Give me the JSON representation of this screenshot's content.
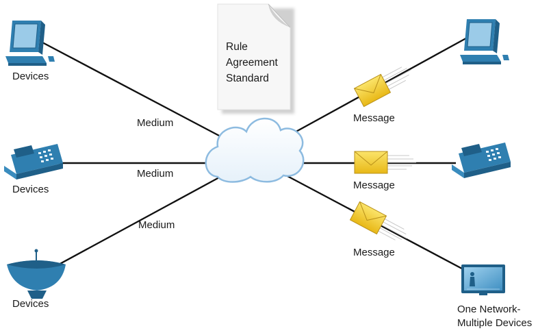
{
  "document": {
    "icon": "document-page-icon",
    "lines": [
      "Rule",
      "Agreement",
      "Standard"
    ]
  },
  "cloud": {
    "icon": "network-cloud-icon"
  },
  "left_side": [
    {
      "device_icon": "desktop-computer-icon",
      "device_label": "Devices",
      "link_label": "Medium"
    },
    {
      "device_icon": "ip-phone-icon",
      "device_label": "Devices",
      "link_label": "Medium"
    },
    {
      "device_icon": "satellite-dish-icon",
      "device_label": "Devices",
      "link_label": "Medium"
    }
  ],
  "right_side": [
    {
      "device_icon": "desktop-computer-icon",
      "message_icon": "envelope-icon",
      "message_label": "Message"
    },
    {
      "device_icon": "ip-phone-icon",
      "message_icon": "envelope-icon",
      "message_label": "Message"
    },
    {
      "device_icon": "tv-screen-icon",
      "message_icon": "envelope-icon",
      "message_label": "Message"
    }
  ],
  "tv_label": [
    "One Network-",
    "Multiple Devices"
  ],
  "colors": {
    "device_blue": "#2f7fb0",
    "device_dark": "#1f5f88",
    "envelope_yellow": "#f2cf2f",
    "cloud_outline": "#8dbbe0",
    "line": "#111111"
  }
}
